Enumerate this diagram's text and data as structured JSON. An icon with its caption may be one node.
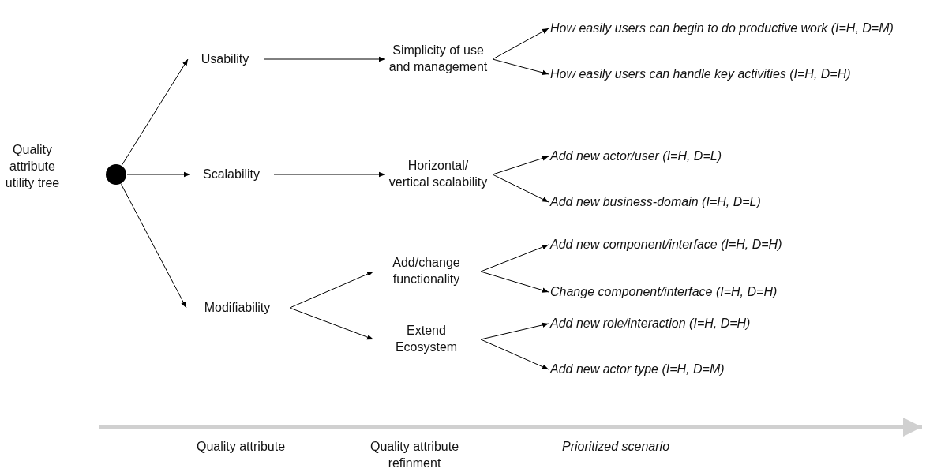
{
  "diagram": {
    "nodes": [
      {
        "text": [],
        "shape": "circle",
        "beside": [
          "Quality attribute utility tree"
        ]
      },
      {
        "text": [
          "Usability"
        ]
      },
      {
        "text": [
          "Simplicity of use and management"
        ]
      },
      {
        "text": [
          "How easily users can begin to do productive work (I=H, D=M)"
        ]
      },
      {
        "text": [
          "How easily users can handle key activities (I=H, D=H)"
        ]
      },
      {
        "text": [
          "Scalability"
        ]
      },
      {
        "text": [
          "Horizontal/ vertical scalability"
        ]
      },
      {
        "text": [
          "Add new actor/user (I=H, D=L)"
        ]
      },
      {
        "text": [
          "Add new business-domain (I=H, D=L)"
        ]
      },
      {
        "text": [
          "Modifiability"
        ]
      },
      {
        "text": [
          "Add/change functionality"
        ]
      },
      {
        "text": [
          "Add new component/interface (I=H, D=H)"
        ]
      },
      {
        "text": [
          "Change component/interface (I=H, D=H)"
        ]
      },
      {
        "text": [
          "Extend Ecosystem"
        ]
      },
      {
        "text": [
          "Add new role/interaction (I=H, D=H)"
        ]
      },
      {
        "text": [
          "Add new actor type (I=H, D=M)"
        ]
      }
    ],
    "edges": [
      {
        "from": 0,
        "to": 1,
        "arrow": "to"
      },
      {
        "from": 0,
        "to": 5,
        "arrow": "to"
      },
      {
        "from": 0,
        "to": 9,
        "arrow": "to"
      },
      {
        "from": 1,
        "to": 2,
        "arrow": "to"
      },
      {
        "from": 2,
        "to": 3,
        "arrow": "to"
      },
      {
        "from": 2,
        "to": 4,
        "arrow": "to"
      },
      {
        "from": 5,
        "to": 6,
        "arrow": "to"
      },
      {
        "from": 6,
        "to": 7,
        "arrow": "to"
      },
      {
        "from": 6,
        "to": 8,
        "arrow": "to"
      },
      {
        "from": 9,
        "to": 10,
        "arrow": "to"
      },
      {
        "from": 9,
        "to": 13,
        "arrow": "to"
      },
      {
        "from": 10,
        "to": 11,
        "arrow": "to"
      },
      {
        "from": 10,
        "to": 12,
        "arrow": "to"
      },
      {
        "from": 13,
        "to": 14,
        "arrow": "to"
      },
      {
        "from": 13,
        "to": 15,
        "arrow": "to"
      }
    ],
    "labels": [
      "Quality attribute",
      "Quality attribute refinment",
      "Prioritized scenario"
    ]
  }
}
